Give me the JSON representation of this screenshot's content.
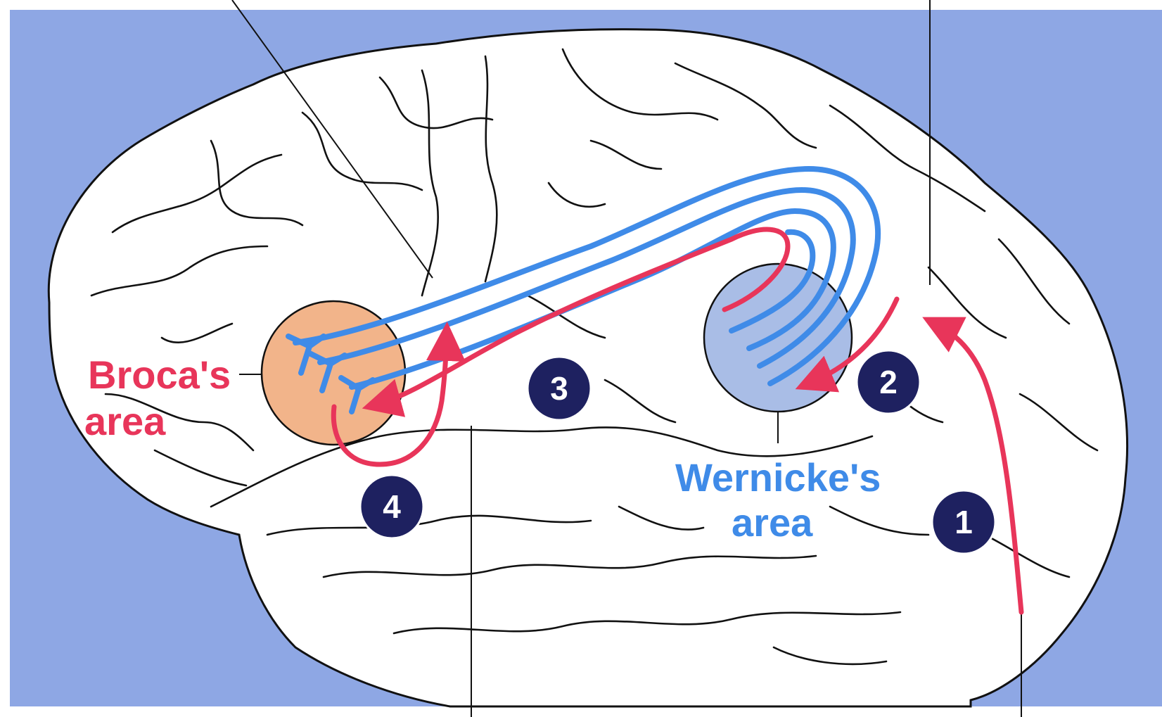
{
  "colors": {
    "background": "#8ea7e4",
    "brain_fill": "#ffffff",
    "outline": "#111111",
    "broca_fill": "#f2b48a",
    "wernicke_fill": "#a9bde6",
    "pathway_blue": "#3f8be8",
    "pathway_red": "#e8355a",
    "marker_fill": "#1e2160"
  },
  "labels": {
    "broca_line1": "Broca's",
    "broca_line2": "area",
    "wernicke_line1": "Wernicke's",
    "wernicke_line2": "area"
  },
  "markers": [
    "1",
    "2",
    "3",
    "4"
  ],
  "icons": {
    "broca-region": "filled circle",
    "wernicke-region": "filled circle",
    "step-marker": "numbered dark circle"
  }
}
